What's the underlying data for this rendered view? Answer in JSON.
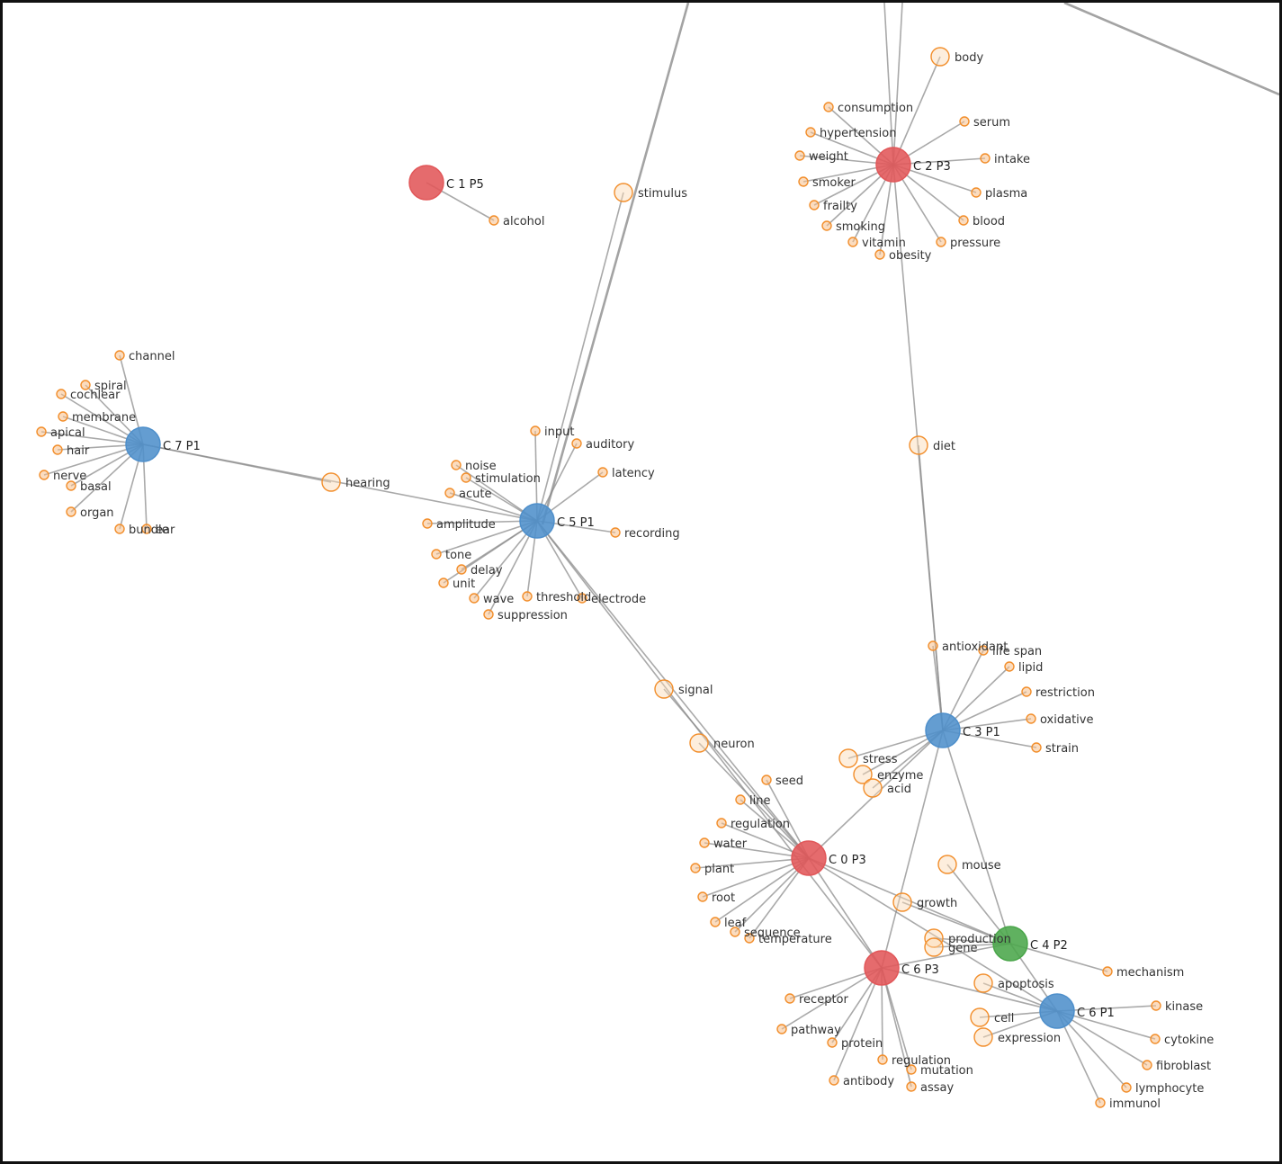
{
  "colors": {
    "red": "#e15759",
    "blue": "#4e8fcb",
    "green": "#4aa64a",
    "term": "#f28e2b",
    "edge": "#8c8c8c"
  },
  "hubs": [
    {
      "id": "C1P5",
      "label": "C 1 P5",
      "color": "red"
    },
    {
      "id": "C2P3",
      "label": "C 2 P3",
      "color": "red"
    },
    {
      "id": "C7P1",
      "label": "C 7 P1",
      "color": "blue"
    },
    {
      "id": "C5P1",
      "label": "C 5 P1",
      "color": "blue"
    },
    {
      "id": "C3P1",
      "label": "C 3 P1",
      "color": "blue"
    },
    {
      "id": "C0P3",
      "label": "C 0 P3",
      "color": "red"
    },
    {
      "id": "C4P2",
      "label": "C 4 P2",
      "color": "green"
    },
    {
      "id": "C6P3",
      "label": "C 6 P3",
      "color": "red"
    },
    {
      "id": "C6P1",
      "label": "C 6 P1",
      "color": "blue"
    }
  ],
  "terms": [
    {
      "label": "alcohol",
      "hub": "C1P5"
    },
    {
      "label": "stimulus",
      "hub": "C5P1",
      "big": true
    },
    {
      "label": "consumption",
      "hub": "C2P3"
    },
    {
      "label": "hypertension",
      "hub": "C2P3"
    },
    {
      "label": "weight",
      "hub": "C2P3"
    },
    {
      "label": "smoker",
      "hub": "C2P3"
    },
    {
      "label": "frailty",
      "hub": "C2P3"
    },
    {
      "label": "smoking",
      "hub": "C2P3"
    },
    {
      "label": "vitamin",
      "hub": "C2P3"
    },
    {
      "label": "obesity",
      "hub": "C2P3"
    },
    {
      "label": "pressure",
      "hub": "C2P3"
    },
    {
      "label": "blood",
      "hub": "C2P3"
    },
    {
      "label": "plasma",
      "hub": "C2P3"
    },
    {
      "label": "intake",
      "hub": "C2P3"
    },
    {
      "label": "serum",
      "hub": "C2P3"
    },
    {
      "label": "body",
      "hub": "C2P3",
      "big": true
    },
    {
      "label": "diet",
      "hub": "C3P1",
      "big": true
    },
    {
      "label": "hearing",
      "hub": "C7P1",
      "big": true
    },
    {
      "label": "channel",
      "hub": "C7P1"
    },
    {
      "label": "spiral",
      "hub": "C7P1"
    },
    {
      "label": "cochlear",
      "hub": "C7P1"
    },
    {
      "label": "membrane",
      "hub": "C7P1"
    },
    {
      "label": "apical",
      "hub": "C7P1"
    },
    {
      "label": "hair",
      "hub": "C7P1"
    },
    {
      "label": "nerve",
      "hub": "C7P1"
    },
    {
      "label": "basal",
      "hub": "C7P1"
    },
    {
      "label": "organ",
      "hub": "C7P1"
    },
    {
      "label": "bundle",
      "hub": "C7P1"
    },
    {
      "label": "ear",
      "hub": "C7P1"
    },
    {
      "label": "input",
      "hub": "C5P1"
    },
    {
      "label": "auditory",
      "hub": "C5P1"
    },
    {
      "label": "latency",
      "hub": "C5P1"
    },
    {
      "label": "noise",
      "hub": "C5P1"
    },
    {
      "label": "stimulation",
      "hub": "C5P1"
    },
    {
      "label": "acute",
      "hub": "C5P1"
    },
    {
      "label": "amplitude",
      "hub": "C5P1"
    },
    {
      "label": "tone",
      "hub": "C5P1"
    },
    {
      "label": "delay",
      "hub": "C5P1"
    },
    {
      "label": "unit",
      "hub": "C5P1"
    },
    {
      "label": "wave",
      "hub": "C5P1"
    },
    {
      "label": "threshold",
      "hub": "C5P1"
    },
    {
      "label": "electrode",
      "hub": "C5P1"
    },
    {
      "label": "suppression",
      "hub": "C5P1"
    },
    {
      "label": "recording",
      "hub": "C5P1"
    },
    {
      "label": "signal",
      "hub": "C0P3",
      "big": true
    },
    {
      "label": "neuron",
      "hub": "C0P3",
      "big": true
    },
    {
      "label": "antioxidant",
      "hub": "C3P1"
    },
    {
      "label": "life span",
      "hub": "C3P1"
    },
    {
      "label": "lipid",
      "hub": "C3P1"
    },
    {
      "label": "restriction",
      "hub": "C3P1"
    },
    {
      "label": "oxidative",
      "hub": "C3P1"
    },
    {
      "label": "strain",
      "hub": "C3P1"
    },
    {
      "label": "stress",
      "hub": "C3P1",
      "big": true
    },
    {
      "label": "enzyme",
      "hub": "C3P1",
      "big": true
    },
    {
      "label": "acid",
      "hub": "C3P1",
      "big": true
    },
    {
      "label": "seed",
      "hub": "C0P3"
    },
    {
      "label": "line",
      "hub": "C0P3"
    },
    {
      "label": "regulation",
      "hub": "C0P3"
    },
    {
      "label": "water",
      "hub": "C0P3"
    },
    {
      "label": "plant",
      "hub": "C0P3"
    },
    {
      "label": "root",
      "hub": "C0P3"
    },
    {
      "label": "leaf",
      "hub": "C0P3"
    },
    {
      "label": "sequence",
      "hub": "C0P3"
    },
    {
      "label": "temperature",
      "hub": "C0P3"
    },
    {
      "label": "mouse",
      "hub": "C4P2",
      "big": true
    },
    {
      "label": "growth",
      "hub": "C4P2",
      "big": true
    },
    {
      "label": "production",
      "hub": "C4P2",
      "big": true
    },
    {
      "label": "gene",
      "hub": "C4P2",
      "big": true
    },
    {
      "label": "mechanism",
      "hub": "C4P2"
    },
    {
      "label": "receptor",
      "hub": "C6P3"
    },
    {
      "label": "pathway",
      "hub": "C6P3"
    },
    {
      "label": "protein",
      "hub": "C6P3"
    },
    {
      "label": "antibody",
      "hub": "C6P3"
    },
    {
      "label": "mutation",
      "hub": "C6P3"
    },
    {
      "label": "assay",
      "hub": "C6P3"
    },
    {
      "label": "regulation",
      "hub": "C6P3"
    },
    {
      "label": "apoptosis",
      "hub": "C6P1",
      "big": true
    },
    {
      "label": "cell",
      "hub": "C6P1",
      "big": true
    },
    {
      "label": "expression",
      "hub": "C6P1",
      "big": true
    },
    {
      "label": "kinase",
      "hub": "C6P1"
    },
    {
      "label": "cytokine",
      "hub": "C6P1"
    },
    {
      "label": "fibroblast",
      "hub": "C6P1"
    },
    {
      "label": "lymphocyte",
      "hub": "C6P1"
    },
    {
      "label": "immunol",
      "hub": "C6P1"
    }
  ]
}
